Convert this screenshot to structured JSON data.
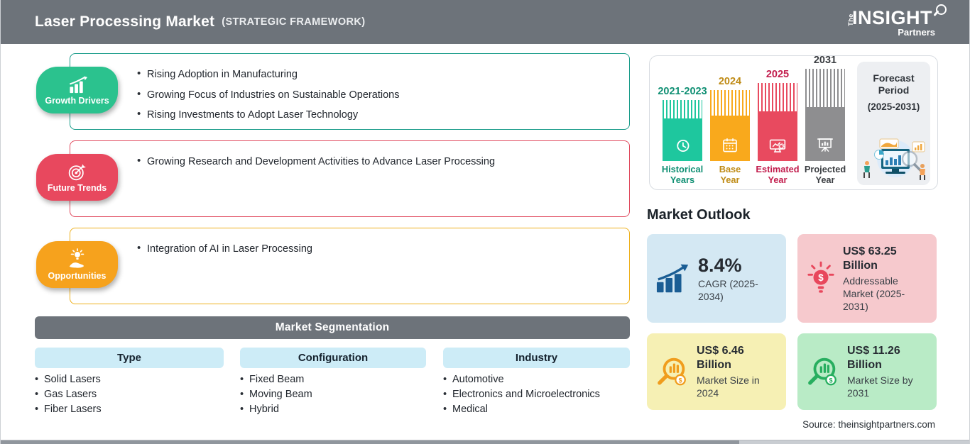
{
  "header": {
    "title": "Laser Processing Market",
    "subtitle": "(STRATEGIC FRAMEWORK)",
    "bg": "#6d737a",
    "logo": {
      "the": "The",
      "insight": "INSIGHT",
      "partners": "Partners"
    }
  },
  "framework": {
    "sections": [
      {
        "label": "Growth Drivers",
        "icon": "growth-bars-icon",
        "badge_color": "#2bc28e",
        "border_color": "#1a9c8a",
        "bullets": [
          "Rising Adoption in Manufacturing",
          "Growing Focus of Industries on Sustainable Operations",
          "Rising Investments to Adopt Laser Technology"
        ]
      },
      {
        "label": "Future Trends",
        "icon": "target-dart-icon",
        "badge_color": "#e8485e",
        "border_color": "#e04a5e",
        "bullets": [
          "Growing Research and Development Activities to Advance Laser Processing"
        ]
      },
      {
        "label": "Opportunities",
        "icon": "bulb-hand-icon",
        "badge_color": "#f6a21d",
        "border_color": "#eeb01c",
        "bullets": [
          "Integration of AI in Laser Processing"
        ]
      }
    ]
  },
  "segmentation": {
    "title": "Market Segmentation",
    "bar_color": "#6d737a",
    "header_bg": "#cdecf7",
    "columns": [
      {
        "header": "Type",
        "items": [
          "Solid Lasers",
          "Gas Lasers",
          "Fiber Lasers"
        ]
      },
      {
        "header": "Configuration",
        "items": [
          "Fixed Beam",
          "Moving Beam",
          "Hybrid"
        ]
      },
      {
        "header": "Industry",
        "items": [
          "Automotive",
          "Electronics and Microelectronics",
          "Medical"
        ]
      }
    ]
  },
  "timeline": {
    "bars": [
      {
        "year": "2021-2023",
        "caption_line1": "Historical",
        "caption_line2": "Years",
        "color": "#1ec79e",
        "text_color": "#0f8f73",
        "icon": "clock-history-icon"
      },
      {
        "year": "2024",
        "caption_line1": "Base",
        "caption_line2": "Year",
        "color": "#f9a91c",
        "text_color": "#bf8b16",
        "icon": "calendar-icon"
      },
      {
        "year": "2025",
        "caption_line1": "Estimated",
        "caption_line2": "Year",
        "color": "#e84a5f",
        "text_color": "#c21d4d",
        "icon": "monitor-gear-icon"
      },
      {
        "year": "2031",
        "caption_line1": "Projected",
        "caption_line2": "Year",
        "color": "#8e8e90",
        "text_color": "#3b3e42",
        "icon": "projector-screen-icon"
      }
    ],
    "forecast_period": {
      "line1": "Forecast",
      "line2": "Period",
      "range": "(2025-2031)"
    }
  },
  "outlook": {
    "title": "Market Outlook",
    "cards": [
      {
        "value": "8.4%",
        "caption": "CAGR (2025-2034)",
        "bg": "#d4e8f3",
        "icon": "growth-arrow-bars-icon",
        "icon_color": "#1a5d94"
      },
      {
        "value": "US$ 63.25 Billion",
        "caption": "Addressable Market (2025-2031)",
        "bg": "#f6c9cd",
        "icon": "bulb-dollar-icon",
        "icon_color": "#e8475c"
      },
      {
        "value": "US$ 6.46 Billion",
        "caption": "Market Size in 2024",
        "bg": "#f6f0b4",
        "icon": "magnifier-chart-icon",
        "icon_color": "#f09d1d"
      },
      {
        "value": "US$ 11.26 Billion",
        "caption": "Market Size by 2031",
        "bg": "#b9ebc6",
        "icon": "magnifier-chart-icon",
        "icon_color": "#27ae5f"
      }
    ]
  },
  "source": "Source: theinsightpartners.com"
}
